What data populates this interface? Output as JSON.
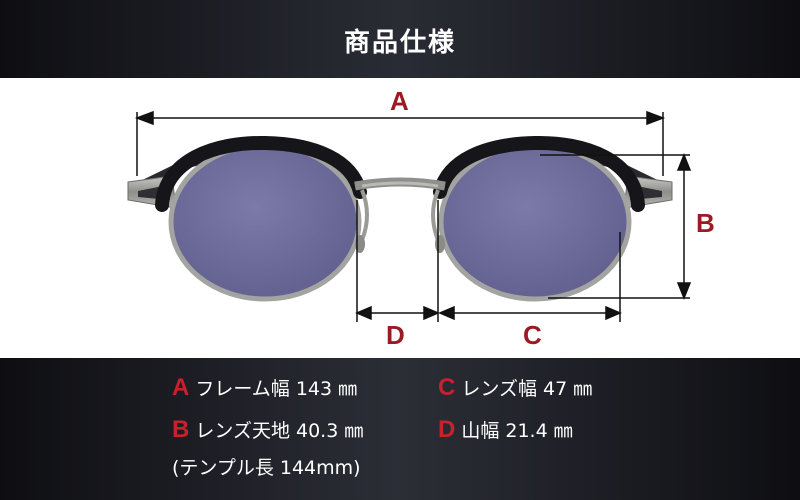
{
  "header": {
    "title": "商品仕様"
  },
  "dimension_labels": {
    "a": "A",
    "b": "B",
    "c": "C",
    "d": "D"
  },
  "specs": {
    "a": {
      "letter": "A",
      "text": "フレーム幅 143 ㎜"
    },
    "c": {
      "letter": "C",
      "text": "レンズ幅 47 ㎜"
    },
    "b": {
      "letter": "B",
      "text": "レンズ天地 40.3 ㎜"
    },
    "d": {
      "letter": "D",
      "text": "山幅 21.4 ㎜"
    },
    "temple": {
      "text": "(テンプル長 144mm)"
    }
  },
  "colors": {
    "accent_red": "#9a1b24",
    "letter_red": "#c8202c",
    "lens_tint": "#6f6d9c",
    "frame_black": "#16161a",
    "metal_silver": "#a3a3a1",
    "header_dark": "#1c1d24"
  }
}
